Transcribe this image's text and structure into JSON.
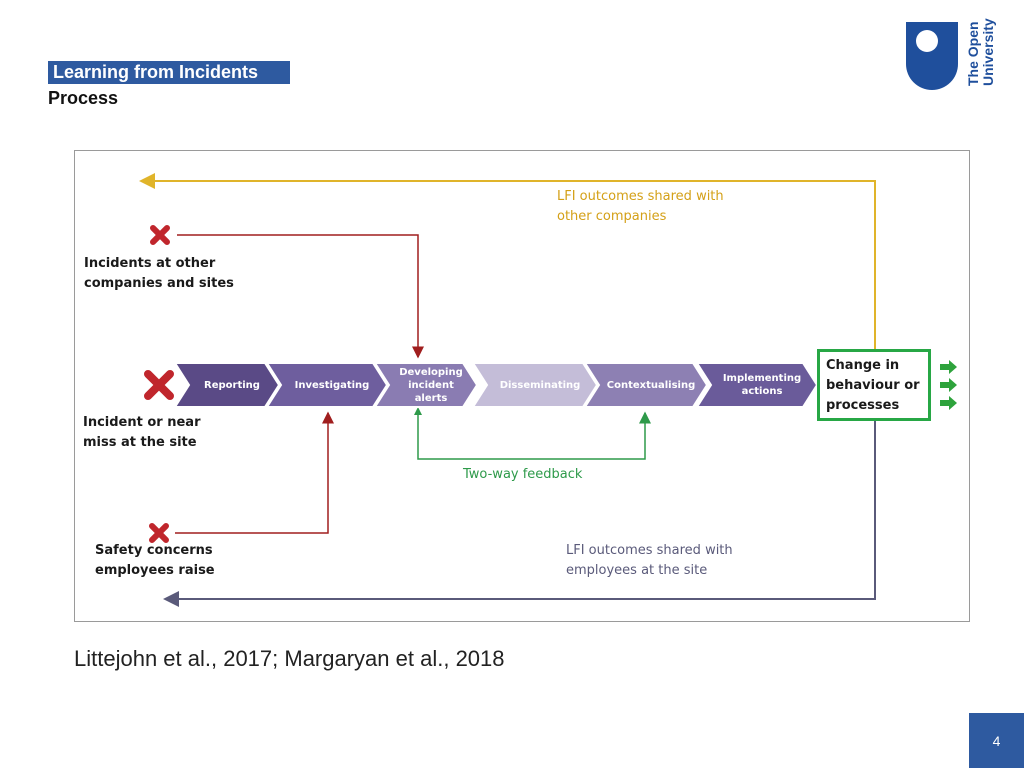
{
  "header": {
    "title": "Learning from Incidents",
    "subtitle": "Process"
  },
  "logo": {
    "line1": "The Open",
    "line2": "University",
    "color": "#1f4f9c"
  },
  "diagram": {
    "inputs": {
      "other_companies": [
        "Incidents at other",
        "companies and sites"
      ],
      "site_incident": [
        "Incident or near",
        "miss at the site"
      ],
      "safety_concerns": [
        "Safety concerns",
        "employees raise"
      ]
    },
    "steps": [
      {
        "label": "Reporting",
        "color": "#5a4a86"
      },
      {
        "label": "Investigating",
        "color": "#6e5e9e"
      },
      {
        "label": "Developing incident alerts",
        "color": "#8a7cb2"
      },
      {
        "label": "Disseminating",
        "color": "#c4bdd8"
      },
      {
        "label": "Contextualising",
        "color": "#8d80b3"
      },
      {
        "label": "Implementing actions",
        "color": "#6a5b9a"
      }
    ],
    "outcome": [
      "Change in",
      "behaviour or",
      "processes"
    ],
    "feedback_label": "Two-way feedback",
    "shared_companies": [
      "LFI outcomes shared with",
      "other companies"
    ],
    "shared_employees": [
      "LFI outcomes shared with",
      "employees at the site"
    ],
    "colors": {
      "gold": "#e0b42a",
      "red": "#a01e1e",
      "green": "#2e9a4a",
      "slate": "#5a5a7a",
      "cross": "#c0262c"
    }
  },
  "citation": "Littejohn et al., 2017; Margaryan et al., 2018",
  "page_number": "4"
}
